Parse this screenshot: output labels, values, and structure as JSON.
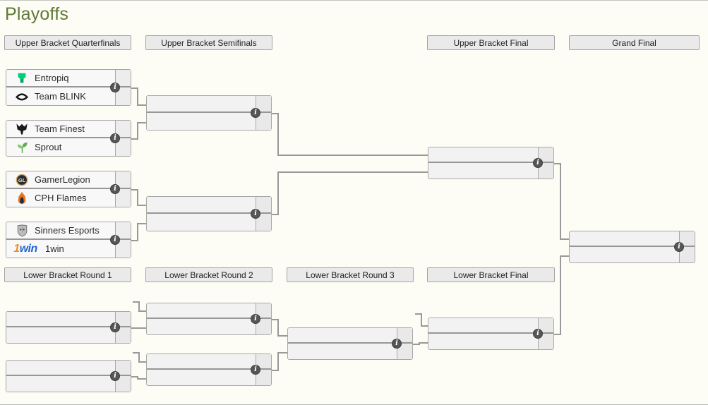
{
  "title": "Playoffs",
  "glyphs": {
    "info": "i"
  },
  "headers": {
    "ub_quarterfinals": "Upper Bracket Quarterfinals",
    "ub_semifinals": "Upper Bracket Semifinals",
    "ub_final": "Upper Bracket Final",
    "grand_final": "Grand Final",
    "lb_round1": "Lower Bracket Round 1",
    "lb_round2": "Lower Bracket Round 2",
    "lb_round3": "Lower Bracket Round 3",
    "lb_final": "Lower Bracket Final"
  },
  "matches": {
    "ub_qf1": {
      "top_team": "Entropiq",
      "bottom_team": "Team BLINK"
    },
    "ub_qf2": {
      "top_team": "Team Finest",
      "bottom_team": "Sprout"
    },
    "ub_qf3": {
      "top_team": "GamerLegion",
      "bottom_team": "CPH Flames"
    },
    "ub_qf4": {
      "top_team": "Sinners Esports",
      "bottom_team": "1win"
    }
  },
  "wordmark_1win": {
    "one": "1",
    "win": "win"
  },
  "colors": {
    "title_green": "#5d7a35",
    "connector_gray": "#999999",
    "box_bg": "#f2f2f2",
    "box_border": "#a8a8a8",
    "header_bg": "#eaeaea",
    "info_icon_bg": "#565656",
    "entropiq_green": "#00cf7a",
    "sprout_green": "#6ab54e",
    "cph_flames_orange": "#e8731a",
    "cph_flames_navy": "#1b2a4a",
    "gamerlegion_gold": "#c9a45c",
    "onewin_orange": "#f08a24",
    "onewin_blue": "#2566cf"
  }
}
